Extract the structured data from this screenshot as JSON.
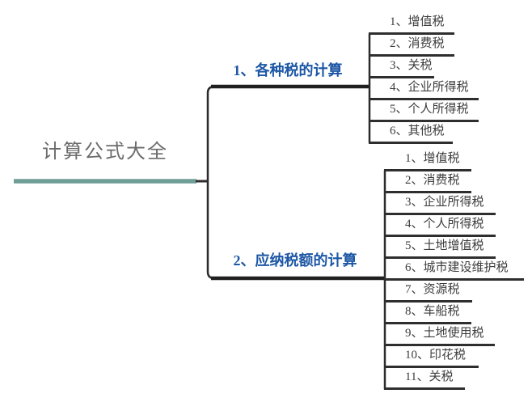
{
  "title": "计算公式大全",
  "root": {
    "label": "计算公式大全"
  },
  "branches": [
    {
      "label": "1、各种税的计算",
      "children": [
        "1、增值税",
        "2、消费税",
        "3、关税",
        "4、企业所得税",
        "5、个人所得税",
        "6、其他税"
      ]
    },
    {
      "label": "2、应纳税额的计算",
      "children": [
        "1、增值税",
        "2、消费税",
        "3、企业所得税",
        "4、个人所得税",
        "5、土地增值税",
        "6、城市建设维护税",
        "7、资源税",
        "8、车船税",
        "9、土地使用税",
        "10、印花税",
        "11、关税"
      ]
    }
  ],
  "colors": {
    "root_accent_line": "#6f9e97",
    "branch_label_text": "#1d57a5",
    "root_label_text": "#6b6b6b",
    "leaf_text": "#3d3d3d",
    "connector_line": "#2b2b2b",
    "background": "#ffffff"
  }
}
